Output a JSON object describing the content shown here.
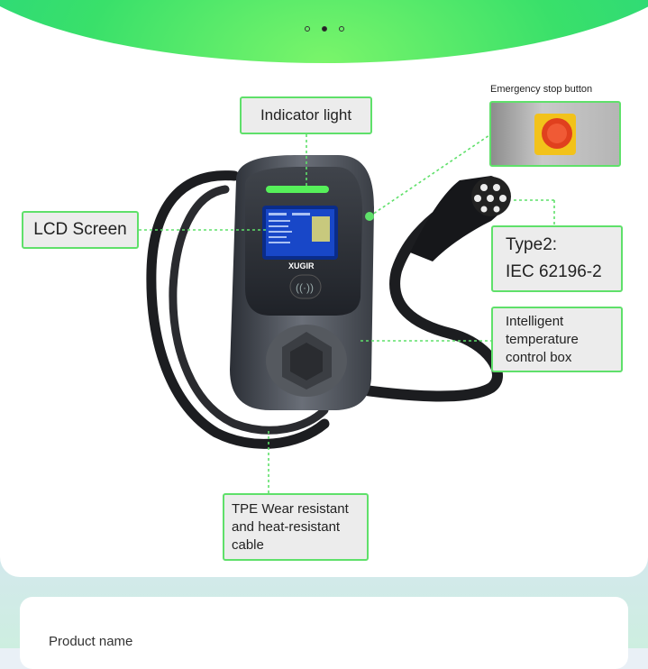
{
  "carousel": {
    "slide_count": 3,
    "active_index": 1
  },
  "callouts": {
    "indicator_light": "Indicator light",
    "lcd_screen": "LCD Screen",
    "emergency_stop": "Emergency stop button",
    "type2_line1": "Type2:",
    "type2_line2": "IEC 62196-2",
    "temp_line1": "Intelligent",
    "temp_line2": "temperature",
    "temp_line3": "control box",
    "tpe_line1": "TPE Wear resistant",
    "tpe_line2": "and heat-resistant",
    "tpe_line3": "cable"
  },
  "charger": {
    "brand": "XUGIR"
  },
  "colors": {
    "accent": "#5fe06a",
    "hero_green": "#39e06a",
    "label_bg": "#ececec"
  },
  "product_section": {
    "label": "Product name"
  }
}
